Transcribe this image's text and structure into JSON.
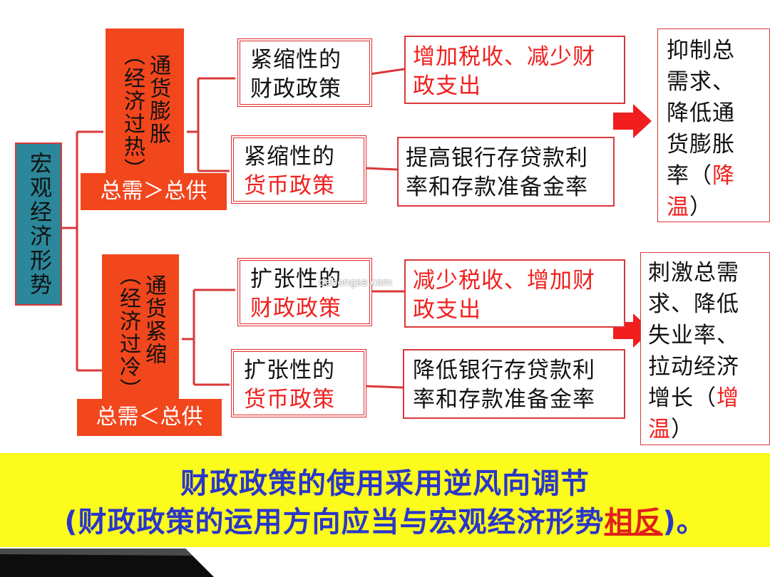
{
  "root": {
    "label": "宏观经济形势"
  },
  "upper": {
    "state": "通货膨胀",
    "state_note": "（经济过热）",
    "condition": "总需＞总供",
    "fiscal_policy": {
      "line1": "紧缩性的",
      "line2": "财政政策"
    },
    "monetary_policy": {
      "line1": "紧缩性的",
      "line2": "货币政策"
    },
    "fiscal_measure": {
      "line1": "增加税收、减少财",
      "line2": "政支出"
    },
    "monetary_measure": {
      "line1": "提高银行存贷款利",
      "line2": "率和存款准备金率"
    },
    "effect": {
      "line1": "抑制总",
      "line2": "需求、",
      "line3": "降低通",
      "line4": "货膨胀",
      "line5_a": "率（",
      "line5_b": "降",
      "line6_a": "温",
      "line6_b": "）"
    }
  },
  "lower": {
    "state": "通货紧缩",
    "state_note": "（经济过冷）",
    "condition": "总需＜总供",
    "fiscal_policy": {
      "line1": "扩张性的",
      "line2": "财政政策"
    },
    "monetary_policy": {
      "line1": "扩张性的",
      "line2": "货币政策"
    },
    "fiscal_measure": {
      "line1": "减少税收、增加财",
      "line2": "政支出"
    },
    "monetary_measure": {
      "line1": "降低银行存贷款利",
      "line2": "率和存款准备金率"
    },
    "effect": {
      "line1": "刺激总需",
      "line2": "求、降低",
      "line3": "失业率、",
      "line4": "拉动经济",
      "line5_a": "增长（",
      "line5_b": "增",
      "line6_a": "温",
      "line6_b": "）"
    }
  },
  "banner": {
    "line1": "财政政策的使用采用逆风向调节",
    "line2_prefix": "(财政政策的运用方向应当与宏观经济形势",
    "line2_highlight": "相反",
    "line2_suffix": ")。"
  },
  "watermark": "dahongse.com",
  "colors": {
    "root_fill": "#2b8799",
    "state_fill": "#f2461d",
    "box_border": "#d9383a",
    "red_text": "#f0201e",
    "banner_fill": "#fbfb1c",
    "banner_text": "#2a36c9",
    "arrow": "#f01e1e"
  }
}
